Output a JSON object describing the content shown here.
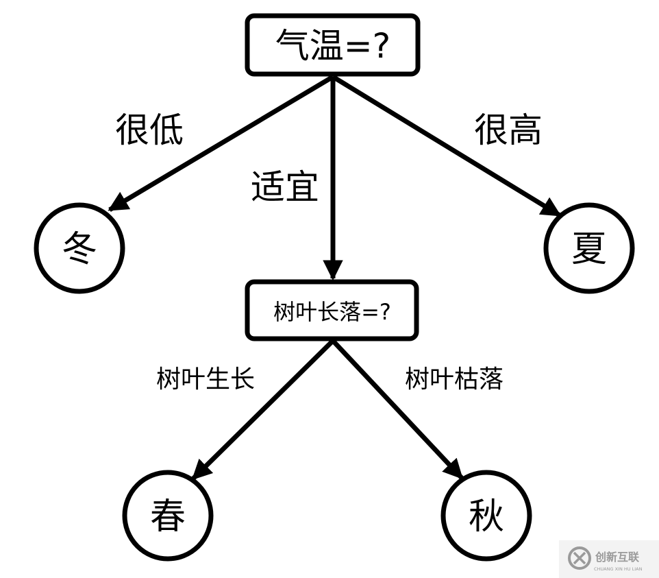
{
  "nodes": {
    "root": {
      "label": "气温=?",
      "shape": "box"
    },
    "mid": {
      "label": "树叶长落=?",
      "shape": "box"
    },
    "winter": {
      "label": "冬",
      "shape": "circle"
    },
    "summer": {
      "label": "夏",
      "shape": "circle"
    },
    "spring": {
      "label": "春",
      "shape": "circle"
    },
    "autumn": {
      "label": "秋",
      "shape": "circle"
    }
  },
  "edges": [
    {
      "from": "root",
      "to": "winter",
      "label": "很低"
    },
    {
      "from": "root",
      "to": "mid",
      "label": "适宜"
    },
    {
      "from": "root",
      "to": "summer",
      "label": "很高"
    },
    {
      "from": "mid",
      "to": "spring",
      "label": "树叶生长"
    },
    {
      "from": "mid",
      "to": "autumn",
      "label": "树叶枯落"
    }
  ],
  "watermark": {
    "text": "创新互联",
    "subtext": "CHUANG XIN HU LIAN"
  },
  "colors": {
    "stroke": "#000000",
    "background": "#ffffff",
    "watermark": "#9a9a9a"
  }
}
